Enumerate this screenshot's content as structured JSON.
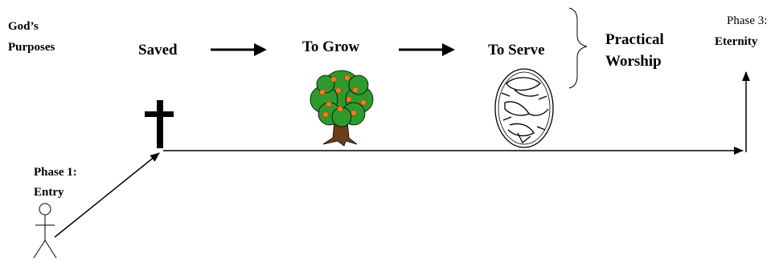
{
  "purposes_label": [
    "God’s",
    "Purposes"
  ],
  "steps": {
    "saved": "Saved",
    "grow": "To Grow",
    "serve": "To Serve"
  },
  "practical_worship": [
    "Practical",
    "Worship"
  ],
  "phase1": [
    "Phase 1:",
    "Entry"
  ],
  "phase3": [
    "Phase 3:",
    "Eternity"
  ],
  "colors": {
    "ink": "#000000",
    "tree_foliage": "#2e9a2e",
    "tree_fruit": "#f07a1c",
    "tree_trunk": "#6b3e1a"
  },
  "icons": [
    "stick-figure-icon",
    "cross-icon",
    "fruit-tree-icon",
    "dove-emblem-icon",
    "brace-icon"
  ]
}
